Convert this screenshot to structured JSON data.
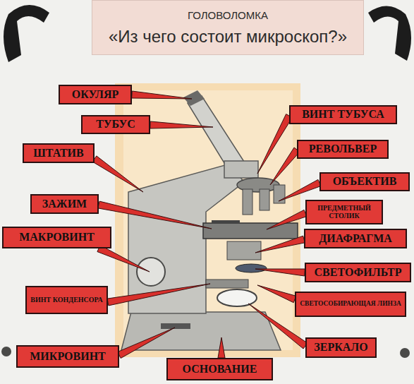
{
  "diagram": {
    "nodes": [
      {
        "text": [
          "ГОЛОВОЛОМКА",
          "«Из чего состоит микроскоп?»"
        ]
      },
      {
        "text": [
          "ОКУЛЯР"
        ]
      },
      {
        "text": [
          "ВИНТ ТУБУСА"
        ]
      },
      {
        "text": [
          "ТУБУС"
        ]
      },
      {
        "text": [
          "РЕВОЛЬВЕР"
        ]
      },
      {
        "text": [
          "ШТАТИВ"
        ]
      },
      {
        "text": [
          "ОБЪЕКТИВ"
        ]
      },
      {
        "text": [
          "ЗАЖИМ"
        ]
      },
      {
        "text": [
          "ПРЕДМЕТНЫЙ СТОЛИК"
        ]
      },
      {
        "text": [
          "МАКРОВИНТ"
        ]
      },
      {
        "text": [
          "ДИАФРАГМА"
        ]
      },
      {
        "text": [
          "СВЕТОФИЛЬТР"
        ]
      },
      {
        "text": [
          "ВИНТ КОНДЕНСОРА"
        ]
      },
      {
        "text": [
          "СВЕТОСОБИРАЮЩАЯ ЛИНЗА"
        ]
      },
      {
        "text": [
          "ЗЕРКАЛО"
        ]
      },
      {
        "text": [
          "МИКРОВИНТ"
        ]
      },
      {
        "text": [
          "ОСНОВАНИЕ"
        ]
      }
    ]
  }
}
